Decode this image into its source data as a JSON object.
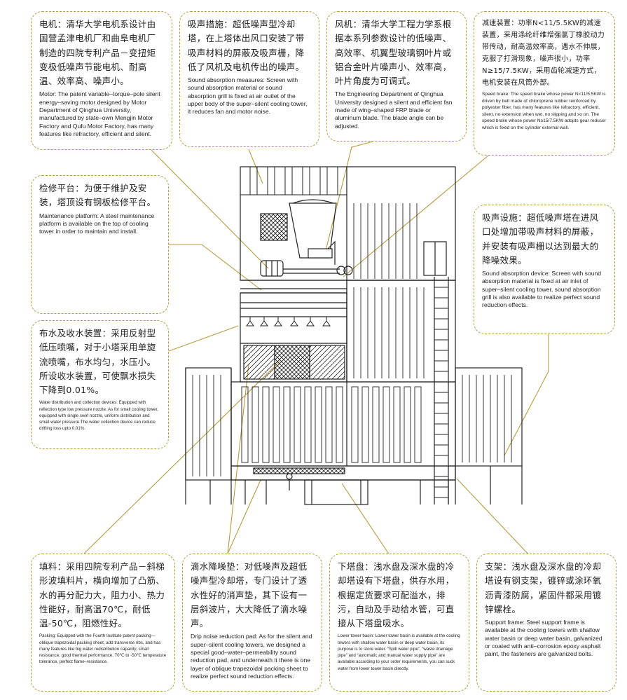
{
  "callouts": {
    "motor": {
      "cn": "电机：清华大学电机系设计由国营孟津电机厂和曲阜电机厂制造的四院专利产品－变扭矩变极低噪声节能电机、耐高温、效率高、噪声小。",
      "en": "Motor: The patent variable–torque–pole silent energy–saving motor designed by Motor Department of Qinghua University, manufactured by state–own Mengjin Motor Factory and Qufu Motor Factory, has many features like refractory, efficient and silent."
    },
    "sound_measures": {
      "cn": "吸声措施：超低噪声型冷却塔，在上塔体出风口安装了带吸声材料的屏蔽及吸声栅，降低了风机及电机传出的噪声。",
      "en": "Sound absorption measures: Screen with sound absorption material or sound absorption grill is fixed at air outlet of the upper body of the super–silent cooling tower, it reduces fan and motor noise."
    },
    "fan": {
      "cn": "风机：清华大学工程力学系根据本系列参数设计的低噪声、高效率、机翼型玻璃钢叶片或铝合金叶片噪声小、效率高，叶片角度为可调式。",
      "en": "The Engineering Department of Qinghua University designed a silent and efficient fan made of wing–shaped FRP blade or aluminum blade. The blade angle can be adjusted."
    },
    "speed_reducer": {
      "cn": "减速装置：功率N<11/5.5KW的减速装置，采用涤纶纤维增强氯丁橡胶动力带传动，耐高温效率高，遇水不伸展，克服了打滑现象，噪声很小，功率N≥15/7.5KW，采用齿轮减速方式，电机安装在风筒外部。",
      "en": "Speed brake: The speed brake whose power N<11/5.5KW is driven by belt made of chloroprene rubber reinforced by polyester fiber, has many features like refractory, efficient, silent, no extension when wet, no slipping and so on. The speed brake whose power N≥15/7.5KW adopts gear reducer which is fixed on the cylinder external wall."
    },
    "maintenance": {
      "cn": "检修平台：为便于维护及安装，塔顶设有钢板检修平台。",
      "en": "Maintenance platform: A steel maintenance platform is available on the top of cooling tower in order to maintain and install."
    },
    "sound_device": {
      "cn": "吸声设施：超低噪声塔在进风口处增加带吸声材料的屏蔽，并安装有吸声栅以达到最大的降噪效果。",
      "en": "Sound absorption device: Screen with sound absorption material is fixed at air inlet of super–silent cooling tower, sound absorption grill is also available to realize perfect sound reduction effects."
    },
    "water_dist": {
      "cn": "布水及收水装置：采用反射型低压喷嘴，对于小塔采用单旋流喷嘴，布水均匀，水压小。所设收水装置，可使飘水损失下降到0.01%。",
      "en": "Water distribution and collection devices: Equipped with reflection type low pressure nozzle. As for small cooling tower, equipped with single swirl nozzle, uniform distribution and small water pressure.The water collection device can reduce drifting loss upto 0.01%."
    },
    "packing": {
      "cn": "填料：采用四院专利产品－斜梯形波填料片，横向增加了凸筋、水的再分配力大，阻力小、热力性能好，耐高温70℃，耐低温-50℃，阻燃性好。",
      "en": "Packing: Equipped with the Fourth Institute patent packing— oblique trapezoidal packing sheet, add transverse ribs, and has many features like big water redistribution capacity, small resistance, good thermal performance, 70℃ to -50℃ temperature tolerance, perfect flame–resistance."
    },
    "drip_pad": {
      "cn": "滴水降噪垫：对低噪声及超低噪声型冷却塔，专门设计了透水性好的消声垫，其下设有一层斜波片，大大降低了滴水噪声。",
      "en": "Drip noise reduction pad: As for the silent and super–silent cooling towers, we designed a special good–water–permeability sound reduction pad, and underneath it there is one layer of oblique trapezoidal packing sheet to realize perfect sound reduction effects."
    },
    "basin": {
      "cn": "下塔盘：浅水盘及深水盘的冷却塔设有下塔盘，供存水用，根据定货要求可配溢水，排污，自动及手动给水管，可直接从下塔盘吸水。",
      "en": "Lower tower basin: Lower tower basin is available at the cooling towers with shallow water basin or deep water basin, its purpose is to store water. “Spill water pipe”, “waste drainage pipe” and “automatic and manual water supply pipe” are available according to your order requirements, you can suck water from lower tower basin directly."
    },
    "support": {
      "cn": "支架：浅水盘及深水盘的冷却塔设有钢支架，镀锌或涂环氧沥青漆防腐，紧固件都采用镀锌螺栓。",
      "en": "Support frame: Steel support frame is available at the cooling towers with shallow water basin or deep water basin, galvanized or coated with anti–corrosion epoxy asphalt paint, the fasteners are galvanized bolts."
    }
  },
  "colors": {
    "border": "#b89a3c",
    "leader": "#b89a3c",
    "line": "#222222"
  }
}
